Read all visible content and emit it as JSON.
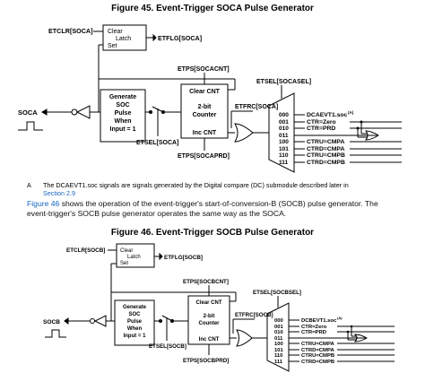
{
  "fig45": {
    "title": "Figure 45. Event-Trigger SOCA Pulse Generator",
    "etclr": "ETCLR[SOCA]",
    "latch_line1": "Clear",
    "latch_line2": "Latch",
    "latch_line3": "Set",
    "etflg": "ETFLG[SOCA]",
    "etps_cnt": "ETPS[SOCACNT]",
    "etsel_socsel": "ETSEL[SOCASEL]",
    "gen_lines": [
      "Generate",
      "SOC",
      "Pulse",
      "When",
      "Input = 1"
    ],
    "output": "SOCA",
    "counter_top": "Clear CNT",
    "counter_mid1": "2-bit",
    "counter_mid2": "Counter",
    "counter_bot": "Inc CNT",
    "etfrc": "ETFRC[SOCA]",
    "etsel_en": "ETSEL[SOCA]",
    "etps_prd": "ETPS[SOCAPRD]",
    "mux_sel": [
      "000",
      "001",
      "010",
      "011",
      "100",
      "101",
      "110",
      "111"
    ],
    "mux_in_dc": "DCAEVT1.soc",
    "mux_in_dc_note": "(A)",
    "mux_in": [
      "CTR=Zero",
      "CTR=PRD",
      "",
      "CTRU=CMPA",
      "CTRD=CMPA",
      "CTRU=CMPB",
      "CTRD=CMPB"
    ]
  },
  "note": {
    "marker": "A",
    "text": "The DCAEVT1.soc signals are signals generated by the Digital compare (DC) submodule described later in",
    "link": "Section 2.9"
  },
  "paragraph": {
    "link": "Figure 46",
    "text1": " shows the operation of the event-trigger's start-of-conversion-B (SOCB) pulse generator. The",
    "text2": "event-trigger's SOCB pulse generator operates the same way as the SOCA."
  },
  "fig46": {
    "title": "Figure 46. Event-Trigger SOCB Pulse Generator",
    "etclr": "ETCLR[SOCB]",
    "latch_line1": "Clear",
    "latch_line2": "Latch",
    "latch_line3": "Set",
    "etflg": "ETFLG[SOCB]",
    "etps_cnt": "ETPS[SOCBCNT]",
    "etsel_socsel": "ETSEL[SOCBSEL]",
    "gen_lines": [
      "Generate",
      "SOC",
      "Pulse",
      "When",
      "Input = 1"
    ],
    "output": "SOCB",
    "counter_top": "Clear CNT",
    "counter_mid1": "2-bit",
    "counter_mid2": "Counter",
    "counter_bot": "Inc CNT",
    "etfrc": "ETFRC[SOCB]",
    "etsel_en": "ETSEL[SOCB]",
    "etps_prd": "ETPS[SOCBPRD]",
    "mux_sel": [
      "000",
      "001",
      "010",
      "011",
      "100",
      "101",
      "110",
      "111"
    ],
    "mux_in_dc": "DCBEVT1.soc",
    "mux_in_dc_note": "(A)",
    "mux_in": [
      "CTR=Zero",
      "CTR=PRD",
      "",
      "CTRU=CMPA",
      "CTRD=CMPA",
      "CTRU=CMPB",
      "CTRD=CMPB"
    ]
  }
}
